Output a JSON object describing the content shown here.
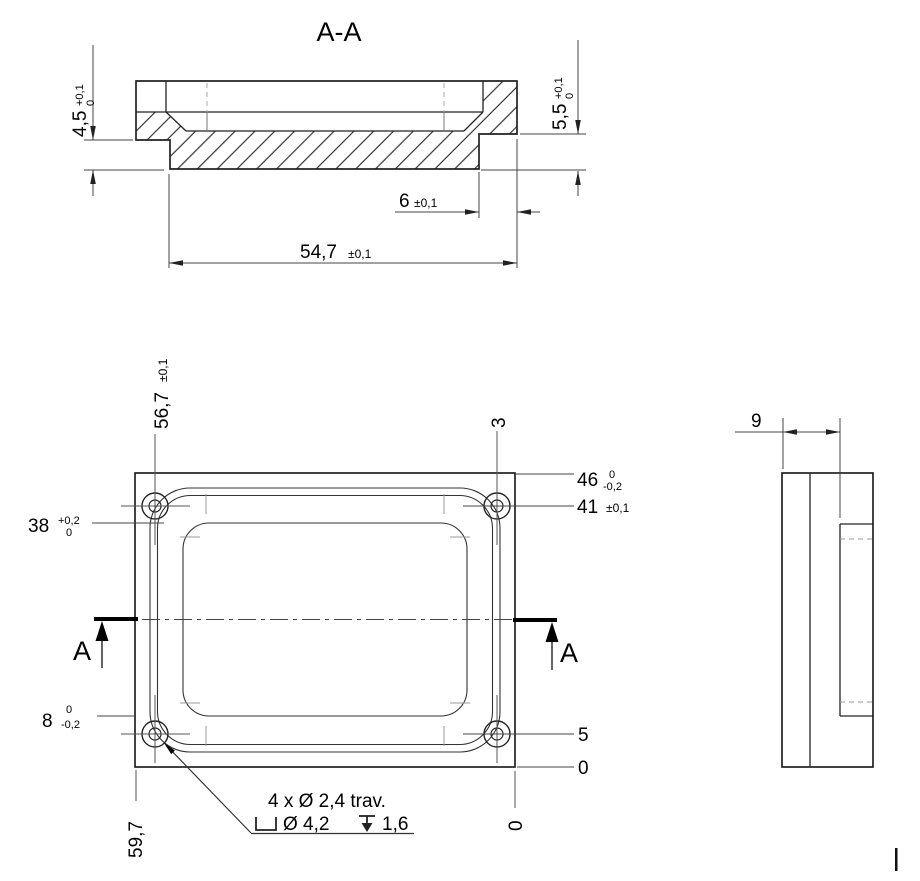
{
  "drawing": {
    "section_view": {
      "title": "A-A",
      "dim_depth_left": {
        "value": "4,5",
        "tol_plus": "+0,1",
        "tol_minus": "0"
      },
      "dim_depth_right": {
        "value": "5,5",
        "tol_plus": "+0,1",
        "tol_minus": "0"
      },
      "dim_offset": {
        "value": "6",
        "tol": "±0,1"
      },
      "dim_width": {
        "value": "54,7",
        "tol": "±0,1"
      }
    },
    "plan_view": {
      "cut_label_left": "A",
      "cut_label_right": "A",
      "ord_top_left": {
        "value": "56,7",
        "tol": "±0,1"
      },
      "ord_top_right": "3",
      "ord_width": {
        "value": "46",
        "tol_plus": "0",
        "tol_minus": "-0,2"
      },
      "ord_holes_top": {
        "value": "41",
        "tol": "±0,1"
      },
      "ord_pocket_top": {
        "value": "38",
        "tol_plus": "+0,2",
        "tol_minus": "0"
      },
      "ord_pocket_bottom": {
        "value": "8",
        "tol_plus": "0",
        "tol_minus": "-0,2"
      },
      "ord_holes_bottom": "5",
      "ord_zero_right": "0",
      "ord_zero_bottom": "0",
      "ord_bottom_left": "59,7",
      "hole_callout": {
        "line1": "4 x Ø 2,4 trav.",
        "cbore_dia": "Ø 4,2",
        "cbore_depth": "1,6"
      }
    },
    "side_view": {
      "dim_thickness": "9"
    }
  }
}
